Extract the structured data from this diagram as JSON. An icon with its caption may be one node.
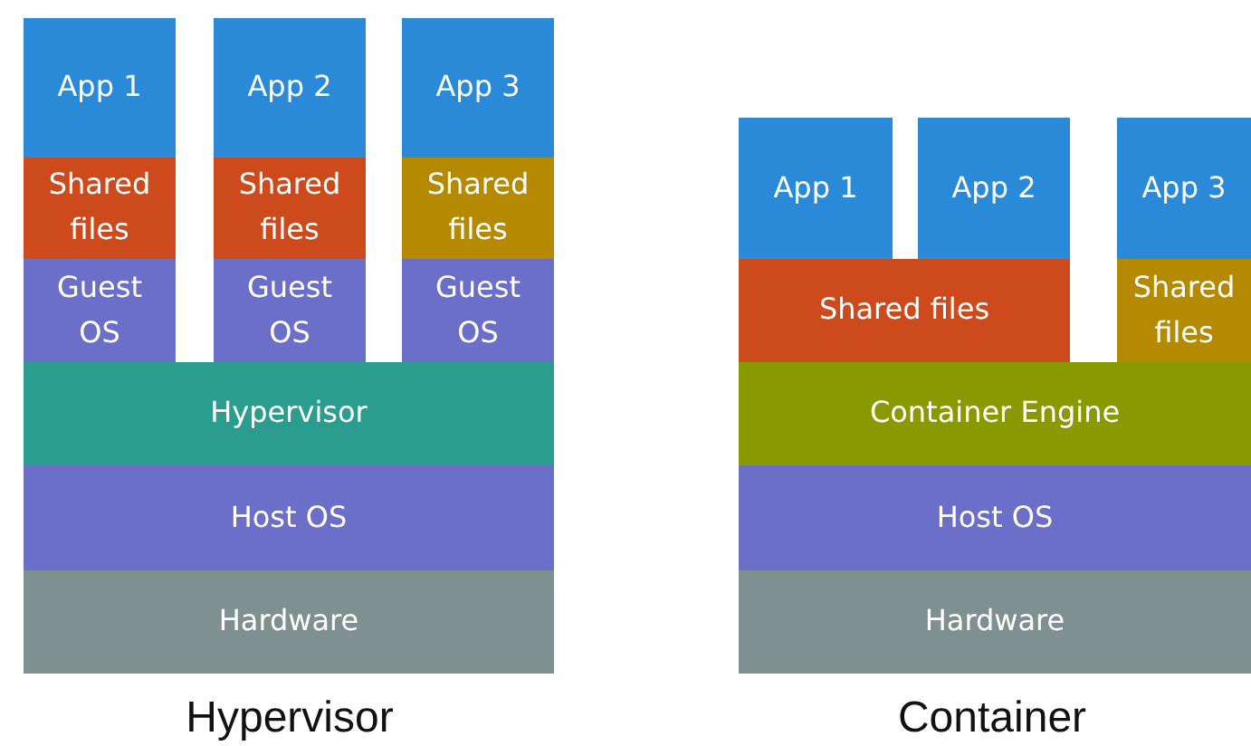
{
  "diagram": {
    "nodes": [
      {
        "text": [
          "App 1"
        ]
      },
      {
        "text": [
          "App 2"
        ]
      },
      {
        "text": [
          "App 3"
        ]
      },
      {
        "text": [
          "Shared files"
        ]
      },
      {
        "text": [
          "Shared files"
        ]
      },
      {
        "text": [
          "Shared files"
        ]
      },
      {
        "text": [
          "Guest OS"
        ]
      },
      {
        "text": [
          "Guest OS"
        ]
      },
      {
        "text": [
          "Guest OS"
        ]
      },
      {
        "text": [
          "Hypervisor"
        ]
      },
      {
        "text": [
          "Host OS"
        ]
      },
      {
        "text": [
          "Hardware"
        ]
      },
      {
        "text": [
          "App 1"
        ]
      },
      {
        "text": [
          "App 2"
        ]
      },
      {
        "text": [
          "App 3"
        ]
      },
      {
        "text": [
          "Shared files"
        ]
      },
      {
        "text": [
          "Shared files"
        ]
      },
      {
        "text": [
          "Container Engine"
        ]
      },
      {
        "text": [
          "Host OS"
        ]
      },
      {
        "text": [
          "Hardware"
        ]
      }
    ],
    "labels": [
      "Hypervisor",
      "Container"
    ]
  }
}
